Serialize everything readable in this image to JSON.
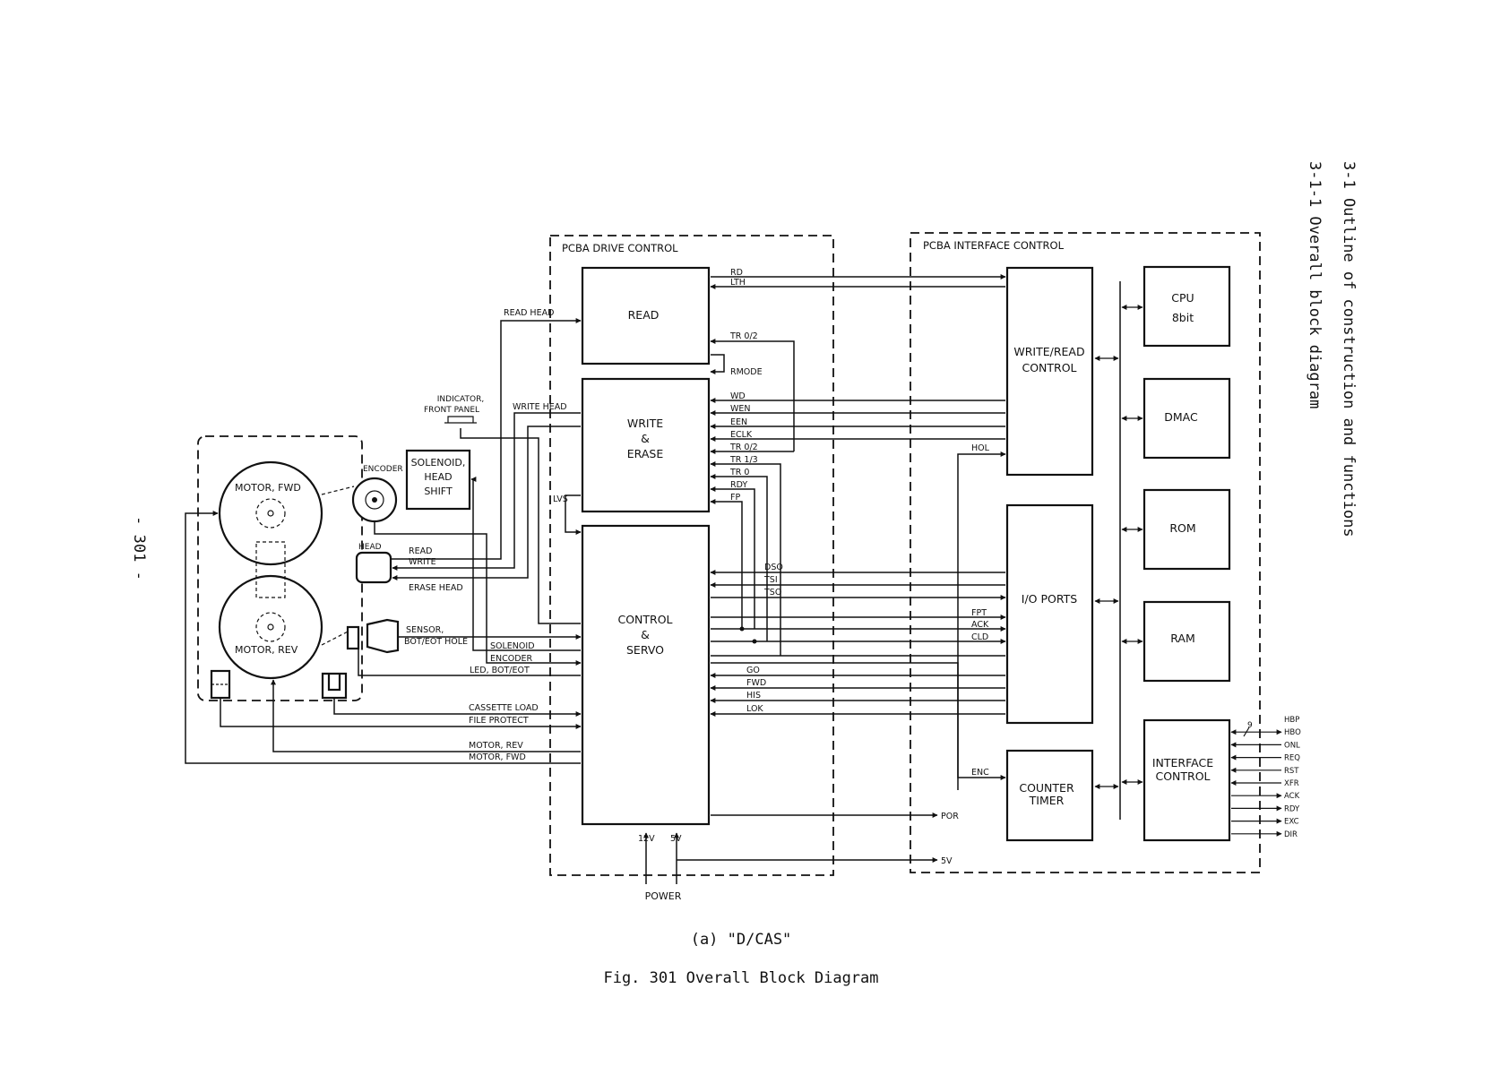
{
  "page": {
    "side_heading_1": "3-1  Outline of construction and functions",
    "side_heading_2": "3-1-1  Overall block diagram",
    "page_number": "- 301 -",
    "subcaption": "(a) \"D/CAS\"",
    "caption": "Fig. 301  Overall Block Diagram"
  },
  "groups": {
    "drive_control": "PCBA DRIVE CONTROL",
    "interface_control": "PCBA INTERFACE CONTROL"
  },
  "blocks": {
    "read": "READ",
    "write_erase": [
      "WRITE",
      "&",
      "ERASE"
    ],
    "control_servo": [
      "CONTROL",
      "&",
      "SERVO"
    ],
    "write_read_control": [
      "WRITE/READ",
      "CONTROL"
    ],
    "io_ports": "I/O PORTS",
    "counter_timer": [
      "COUNTER",
      "TIMER"
    ],
    "cpu": [
      "CPU",
      "8bit"
    ],
    "dmac": "DMAC",
    "rom": "ROM",
    "ram": "RAM",
    "interface_control": [
      "INTERFACE",
      "CONTROL"
    ]
  },
  "mechanism": {
    "motor_fwd": "MOTOR, FWD",
    "motor_rev": "MOTOR, REV",
    "encoder": "ENCODER",
    "solenoid": [
      "SOLENOID,",
      "HEAD",
      "SHIFT"
    ],
    "indicator": [
      "INDICATOR,",
      "FRONT PANEL"
    ],
    "head": "HEAD",
    "sensor": [
      "SENSOR,",
      "BOT/EOT HOLE"
    ]
  },
  "signals": {
    "read_head": "READ HEAD",
    "write_head": "WRITE HEAD",
    "head_read": "READ",
    "head_write": "WRITE",
    "erase_head": "ERASE HEAD",
    "solenoid": "SOLENOID",
    "encoder": "ENCODER",
    "led_bot_eot": "LED, BOT/EOT",
    "cassette_load": "CASSETTE LOAD",
    "file_protect": "FILE PROTECT",
    "motor_rev": "MOTOR, REV",
    "motor_fwd": "MOTOR, FWD",
    "lvs": "LVS",
    "rd": "RD",
    "lth": "LTH",
    "tr02_a": "TR 0/2",
    "rmode": "RMODE",
    "wd": "WD",
    "wen": "WEN",
    "een": "EEN",
    "eclk": "ECLK",
    "tr02_b": "TR 0/2",
    "tr13": "TR 1/3",
    "tr0": "TR 0",
    "rdy": "RDY",
    "fp": "FP",
    "hol": "HOL",
    "dso": "DSO",
    "tsi": "TSI",
    "tso": "TSO",
    "fpt": "FPT",
    "ack": "ACK",
    "cld": "CLD",
    "go": "GO",
    "fwd": "FWD",
    "his": "HIS",
    "lok": "LOK",
    "enc": "ENC",
    "por": "POR",
    "v5_out": "5V",
    "v12": "12V",
    "v5_in": "5V",
    "power": "POWER",
    "bus_width": "9"
  },
  "host_signals": [
    "HBP",
    "HBO",
    "ONL",
    "REQ",
    "RST",
    "XFR",
    "ACK",
    "RDY",
    "EXC",
    "DIR"
  ]
}
